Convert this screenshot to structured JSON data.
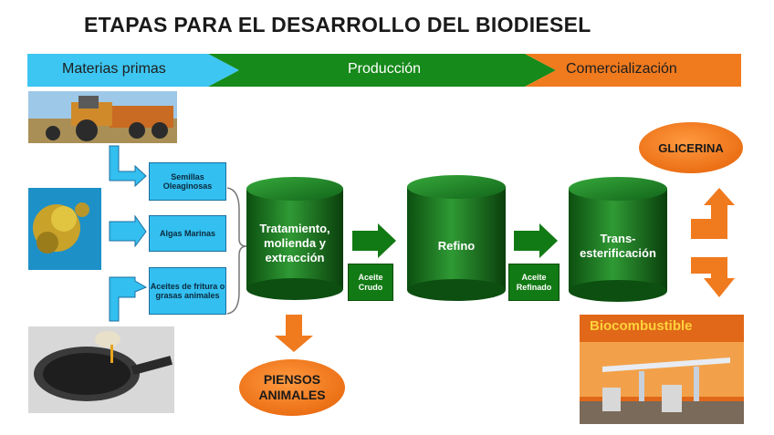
{
  "title": "ETAPAS PARA EL DESARROLLO DEL BIODIESEL",
  "stages": {
    "raw": "Materias primas",
    "production": "Producción",
    "commercial": "Comercialización"
  },
  "inputs": [
    {
      "label": "Semillas Oleaginosas"
    },
    {
      "label": "Algas Marinas"
    },
    {
      "label": "Aceites de fritura o grasas animales"
    }
  ],
  "process": {
    "step1": "Tratamiento, molienda y extracción",
    "step2": "Refino",
    "step3": "Trans-esterificación"
  },
  "intermediates": {
    "crude": "Aceite Crudo",
    "refined": "Aceite Refinado"
  },
  "outputs": {
    "feed": "PIENSOS ANIMALES",
    "glycerin": "GLICERINA",
    "biofuel": "Biocombustible"
  },
  "colors": {
    "cyan": "#33bff0",
    "green": "#127a14",
    "orange": "#f07a1e"
  }
}
